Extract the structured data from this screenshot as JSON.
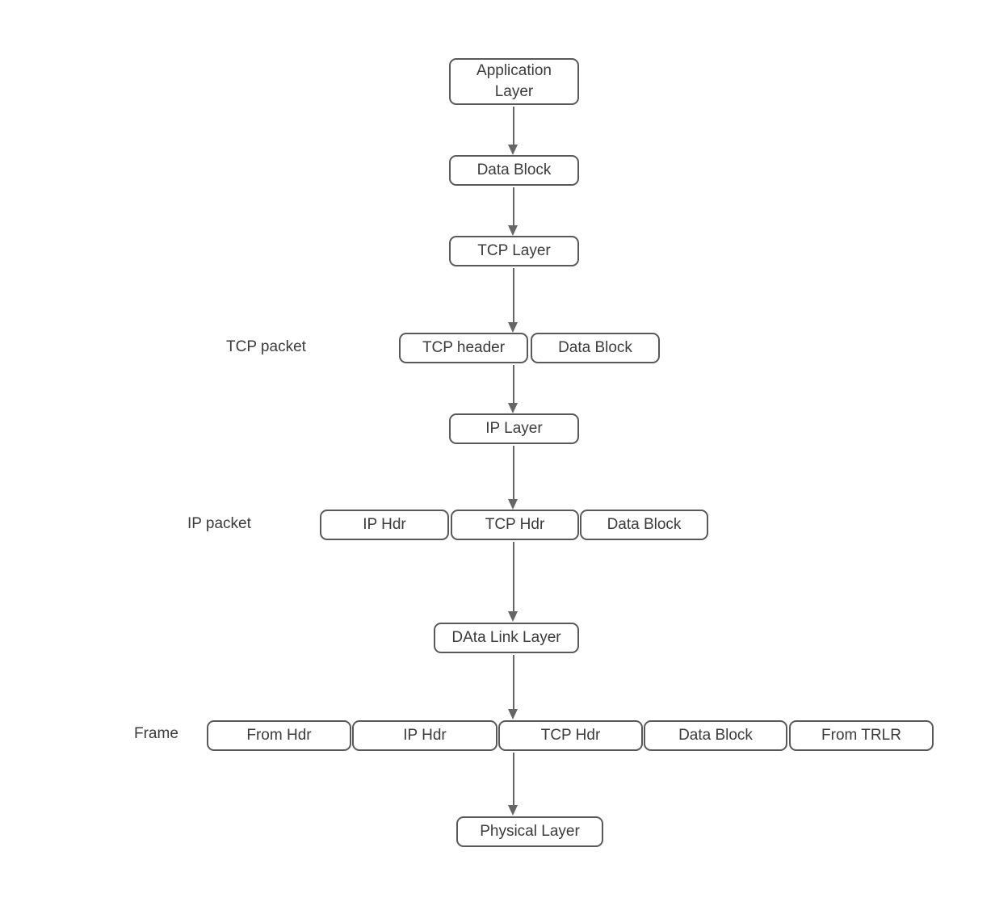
{
  "colors": {
    "box_border": "#595959",
    "box_fill": "#ffffff",
    "text": "#3b3b3b",
    "arrow": "#666666",
    "background": "#ffffff"
  },
  "nodes": {
    "application_layer": "Application Layer",
    "data_block_app": "Data Block",
    "tcp_layer": "TCP Layer",
    "tcp_header": "TCP header",
    "data_block_tcp": "Data Block",
    "ip_layer": "IP Layer",
    "ip_hdr": "IP Hdr",
    "tcp_hdr": "TCP Hdr",
    "data_block_ip": "Data Block",
    "data_link_layer": "DAta Link Layer",
    "frame_from_hdr": "From Hdr",
    "frame_ip_hdr": "IP Hdr",
    "frame_tcp_hdr": "TCP Hdr",
    "frame_data_block": "Data Block",
    "frame_from_trlr": "From TRLR",
    "physical_layer": "Physical Layer"
  },
  "labels": {
    "tcp_packet": "TCP packet",
    "ip_packet": "IP packet",
    "frame": "Frame"
  }
}
